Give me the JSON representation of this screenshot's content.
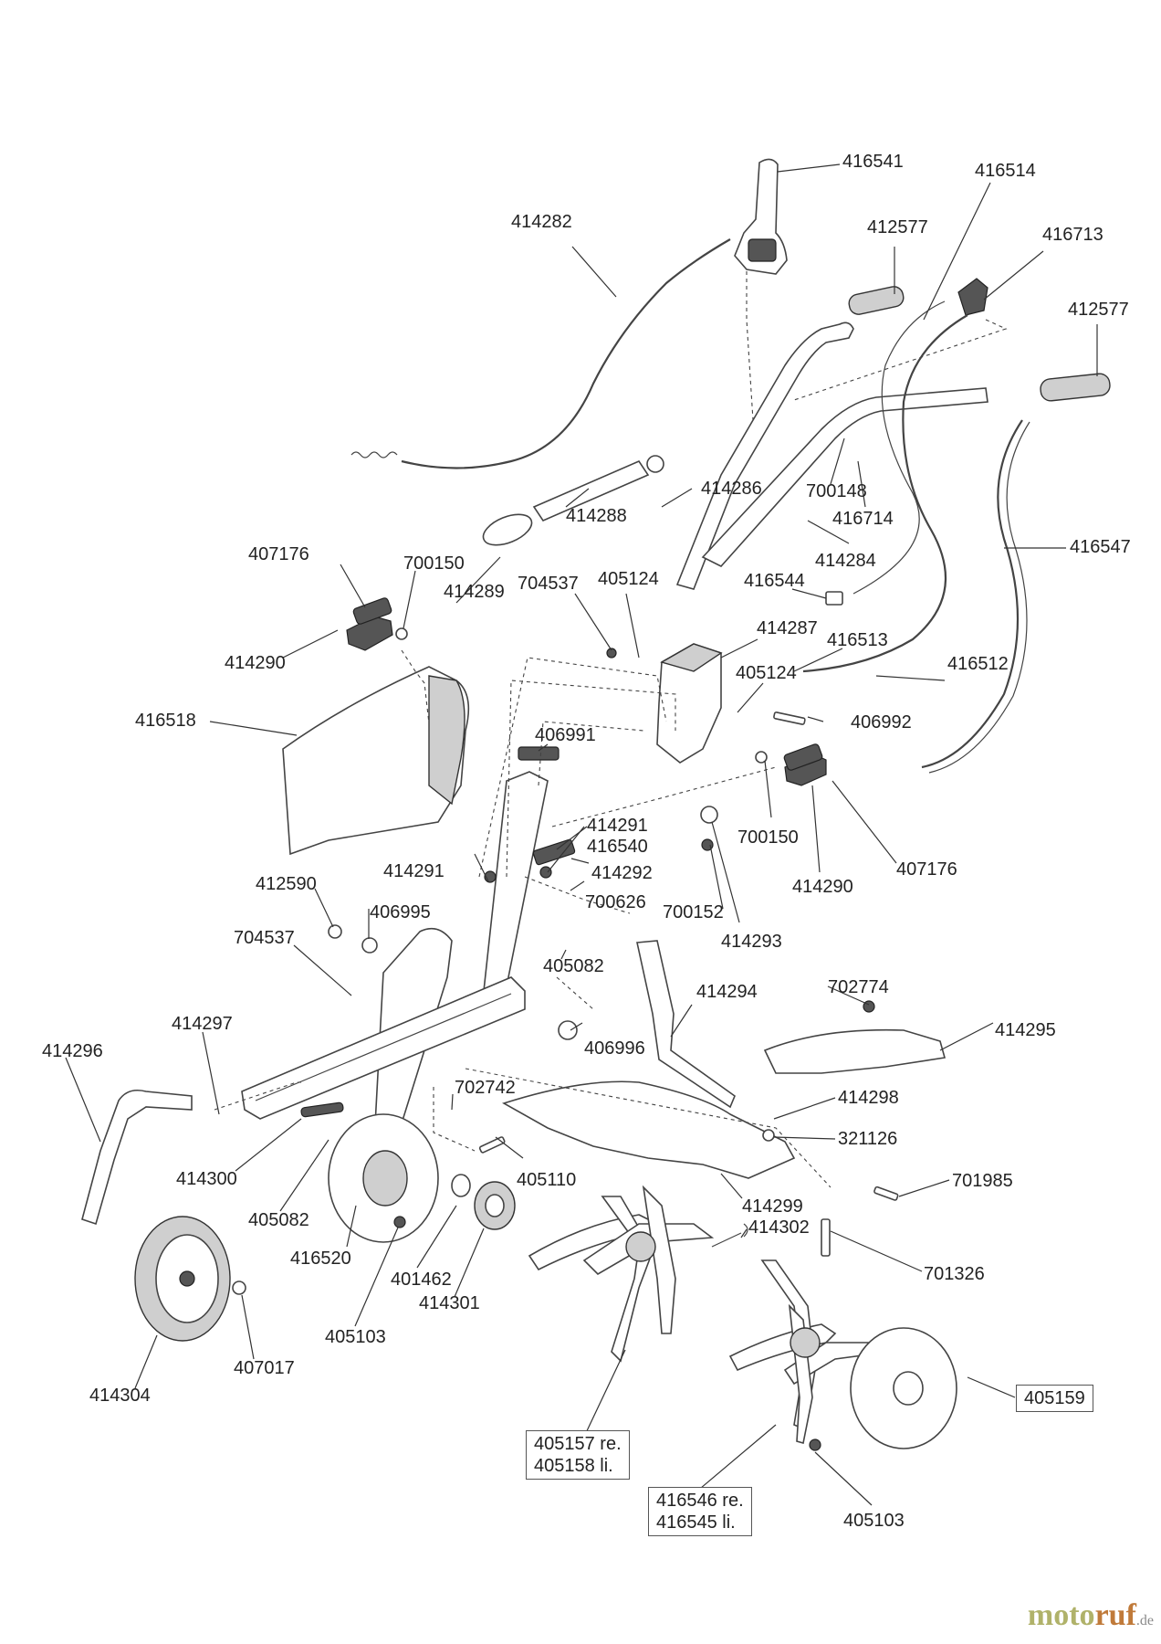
{
  "parts": [
    {
      "id": "p1",
      "number": "416541"
    },
    {
      "id": "p2",
      "number": "416514"
    },
    {
      "id": "p3",
      "number": "414282"
    },
    {
      "id": "p4",
      "number": "412577"
    },
    {
      "id": "p5",
      "number": "416713"
    },
    {
      "id": "p6",
      "number": "412577"
    },
    {
      "id": "p7",
      "number": "414286"
    },
    {
      "id": "p8",
      "number": "700148"
    },
    {
      "id": "p9",
      "number": "414288"
    },
    {
      "id": "p10",
      "number": "416714"
    },
    {
      "id": "p11",
      "number": "416547"
    },
    {
      "id": "p12",
      "number": "414284"
    },
    {
      "id": "p13",
      "number": "407176"
    },
    {
      "id": "p14",
      "number": "700150"
    },
    {
      "id": "p15",
      "number": "704537"
    },
    {
      "id": "p16",
      "number": "405124"
    },
    {
      "id": "p17",
      "number": "414289"
    },
    {
      "id": "p18",
      "number": "416544"
    },
    {
      "id": "p19",
      "number": "414287"
    },
    {
      "id": "p20",
      "number": "416513"
    },
    {
      "id": "p21",
      "number": "414290"
    },
    {
      "id": "p22",
      "number": "416512"
    },
    {
      "id": "p23",
      "number": "405124"
    },
    {
      "id": "p24",
      "number": "416518"
    },
    {
      "id": "p25",
      "number": "406992"
    },
    {
      "id": "p26",
      "number": "406991"
    },
    {
      "id": "p27",
      "number": "414291"
    },
    {
      "id": "p28",
      "number": "700150"
    },
    {
      "id": "p29",
      "number": "416540"
    },
    {
      "id": "p30",
      "number": "414291"
    },
    {
      "id": "p31",
      "number": "407176"
    },
    {
      "id": "p32",
      "number": "414292"
    },
    {
      "id": "p33",
      "number": "412590"
    },
    {
      "id": "p34",
      "number": "414290"
    },
    {
      "id": "p35",
      "number": "700626"
    },
    {
      "id": "p36",
      "number": "406995"
    },
    {
      "id": "p37",
      "number": "700152"
    },
    {
      "id": "p38",
      "number": "414293"
    },
    {
      "id": "p39",
      "number": "704537"
    },
    {
      "id": "p40",
      "number": "405082"
    },
    {
      "id": "p41",
      "number": "702774"
    },
    {
      "id": "p42",
      "number": "414294"
    },
    {
      "id": "p43",
      "number": "414297"
    },
    {
      "id": "p44",
      "number": "414295"
    },
    {
      "id": "p45",
      "number": "414296"
    },
    {
      "id": "p46",
      "number": "406996"
    },
    {
      "id": "p47",
      "number": "702742"
    },
    {
      "id": "p48",
      "number": "414298"
    },
    {
      "id": "p49",
      "number": "321126"
    },
    {
      "id": "p50",
      "number": "414300"
    },
    {
      "id": "p51",
      "number": "405110"
    },
    {
      "id": "p52",
      "number": "701985"
    },
    {
      "id": "p53",
      "number": "405082"
    },
    {
      "id": "p54",
      "number": "414299"
    },
    {
      "id": "p55",
      "number": "414302"
    },
    {
      "id": "p56",
      "number": "416520"
    },
    {
      "id": "p57",
      "number": "401462"
    },
    {
      "id": "p58",
      "number": "701326"
    },
    {
      "id": "p59",
      "number": "414301"
    },
    {
      "id": "p60",
      "number": "405103"
    },
    {
      "id": "p61",
      "number": "407017"
    },
    {
      "id": "p62",
      "number": "414304"
    },
    {
      "id": "p63",
      "number": "405103"
    }
  ],
  "boxed_parts": [
    {
      "id": "b1",
      "lines": [
        "405159"
      ]
    },
    {
      "id": "b2",
      "lines": [
        "405157 re.",
        "405158 li."
      ]
    },
    {
      "id": "b3",
      "lines": [
        "416546 re.",
        "416545 li."
      ]
    }
  ],
  "watermark": {
    "brand_a": "moto",
    "brand_b": "ruf",
    "suffix": ".de"
  }
}
